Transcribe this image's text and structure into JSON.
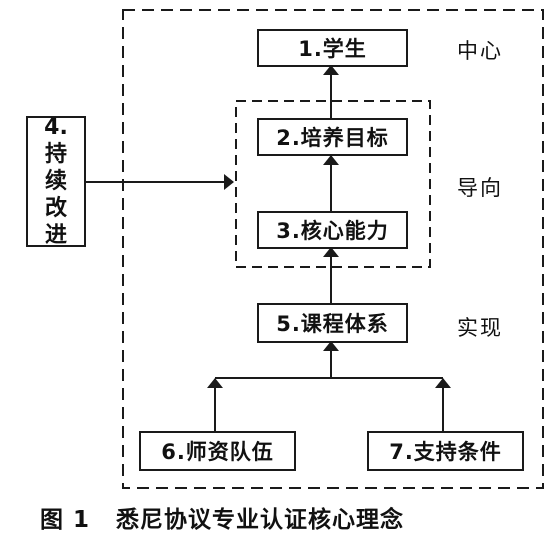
{
  "diagram": {
    "nodes": [
      {
        "id": "n1",
        "label": "1.学生"
      },
      {
        "id": "n2",
        "label": "2.培养目标"
      },
      {
        "id": "n3",
        "label": "3.核心能力"
      },
      {
        "id": "n4",
        "label": "4.持续改进"
      },
      {
        "id": "n5",
        "label": "5.课程体系"
      },
      {
        "id": "n6",
        "label": "6.师资队伍"
      },
      {
        "id": "n7",
        "label": "7.支持条件"
      }
    ],
    "side_labels": {
      "center": "中心",
      "guide": "导向",
      "realize": "实现"
    },
    "edges": [
      {
        "from": "n6",
        "to": "n5"
      },
      {
        "from": "n7",
        "to": "n5"
      },
      {
        "from": "n5",
        "to": "n3"
      },
      {
        "from": "n3",
        "to": "n2"
      },
      {
        "from": "n2",
        "to": "n1"
      },
      {
        "from": "n4",
        "to": "guide-group"
      }
    ]
  },
  "n4_chars": [
    "4.",
    "持",
    "续",
    "改",
    "进"
  ],
  "caption": {
    "figure_number": "图 1",
    "title": "悉尼协议专业认证核心理念"
  }
}
